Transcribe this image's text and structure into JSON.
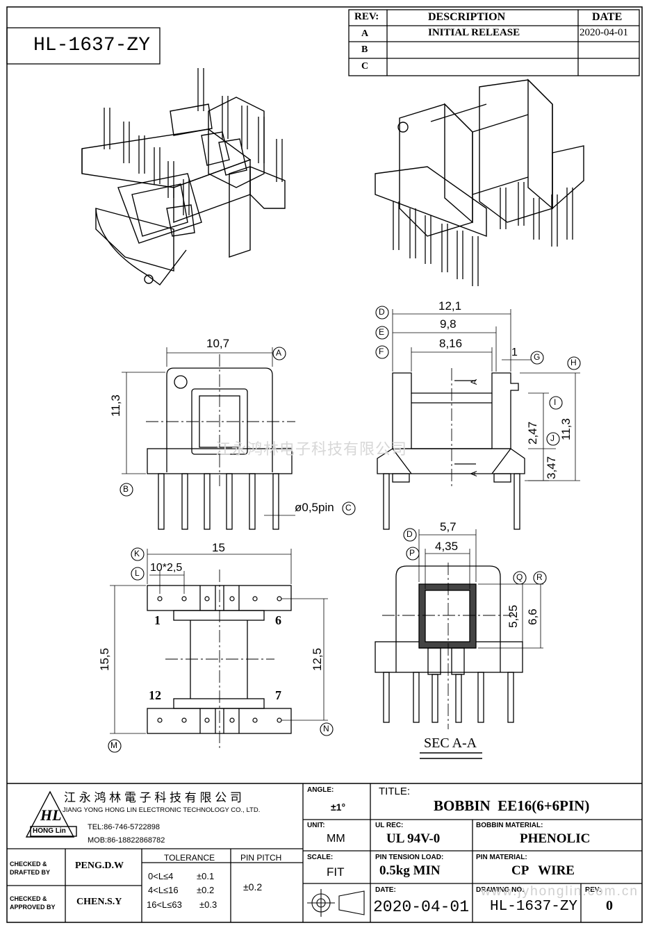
{
  "part_number": "HL-1637-ZY",
  "revision_table": {
    "headers": {
      "rev": "REV:",
      "description": "DESCRIPTION",
      "date": "DATE"
    },
    "rows": [
      {
        "rev": "A",
        "description": "INITIAL RELEASE",
        "date": "2020-04-01"
      },
      {
        "rev": "B",
        "description": "",
        "date": ""
      },
      {
        "rev": "C",
        "description": "",
        "date": ""
      }
    ]
  },
  "watermark": "江永鸿林电子科技有限公司",
  "dims": {
    "front_width": "10,7",
    "front_height": "11,3",
    "pin_dia": "ø0,5pin",
    "side_w1": "12,1",
    "side_w2": "9,8",
    "side_w3": "8,16",
    "side_gap": "1",
    "side_h1": "2,47",
    "side_h2": "3,47",
    "side_h3": "11,3",
    "bottom_w": "15",
    "bottom_pitch": "10*2,5",
    "bottom_h1": "15,5",
    "bottom_h2": "12,5",
    "sec_w1": "5,7",
    "sec_w2": "4,35",
    "sec_h1": "5,25",
    "sec_h2": "6,6"
  },
  "markers": [
    "A",
    "B",
    "C",
    "D",
    "E",
    "F",
    "G",
    "H",
    "I",
    "J",
    "K",
    "L",
    "M",
    "N",
    "P",
    "Q",
    "R"
  ],
  "pin_labels": {
    "p1": "1",
    "p6": "6",
    "p12": "12",
    "p7": "7"
  },
  "section_label": "SEC A-A",
  "section_arrow": "A",
  "company": {
    "name_cn": "江 永 鸿 林 電 子 科 技 有 限 公 司",
    "name_en": "JIANG YONG HONG LIN ELECTRONIC TECHNOLOGY CO., LTD.",
    "tel": "TEL:86-746-5722898",
    "mob": "MOB:86-18822868782",
    "logo_text": "HL",
    "logo_sub": "HONG Lin"
  },
  "title_block": {
    "angle_label": "ANGLE:",
    "angle_value": "±1°",
    "title_label": "TITLE:",
    "title_value": "BOBBIN  EE16(6+6PIN)",
    "unit_label": "UNIT:",
    "unit_value": "MM",
    "ul_label": "UL REC:",
    "ul_value": "UL 94V-0",
    "bobbin_mat_label": "BOBBIN MATERIAL:",
    "bobbin_mat_value": "PHENOLIC",
    "scale_label": "SCALE:",
    "scale_value": "FIT",
    "tension_label": "PIN TENSION LOAD:",
    "tension_value": "0.5kg MIN",
    "pin_mat_label": "PIN MATERIAL:",
    "pin_mat_value": "CP   WIRE",
    "date_label": "DATE:",
    "date_value": "2020-04-01",
    "drawing_label": "DRAWING NO:",
    "drawing_value": "HL-1637-ZY",
    "rev_label": "REV:",
    "rev_value": "0",
    "checked_drafted": "CHECKED &\nDRAFTED BY",
    "checked_drafted_l1": "CHECKED &",
    "checked_drafted_l2": "DRAFTED BY",
    "drafter": "PENG.D.W",
    "checked_approved_l1": "CHECKED &",
    "checked_approved_l2": "APPROVED BY",
    "approver": "CHEN.S.Y",
    "tolerance_label": "TOLERANCE",
    "tolerance_rows": [
      {
        "range": "0<L≤4",
        "value": "±0.1"
      },
      {
        "range": "4<L≤16",
        "value": "±0.2"
      },
      {
        "range": "16<L≤63",
        "value": "±0.3"
      }
    ],
    "pin_pitch_label": "PIN PITCH",
    "pin_pitch_value": "±0.2",
    "website": "www.jyhonglin.com.cn"
  }
}
